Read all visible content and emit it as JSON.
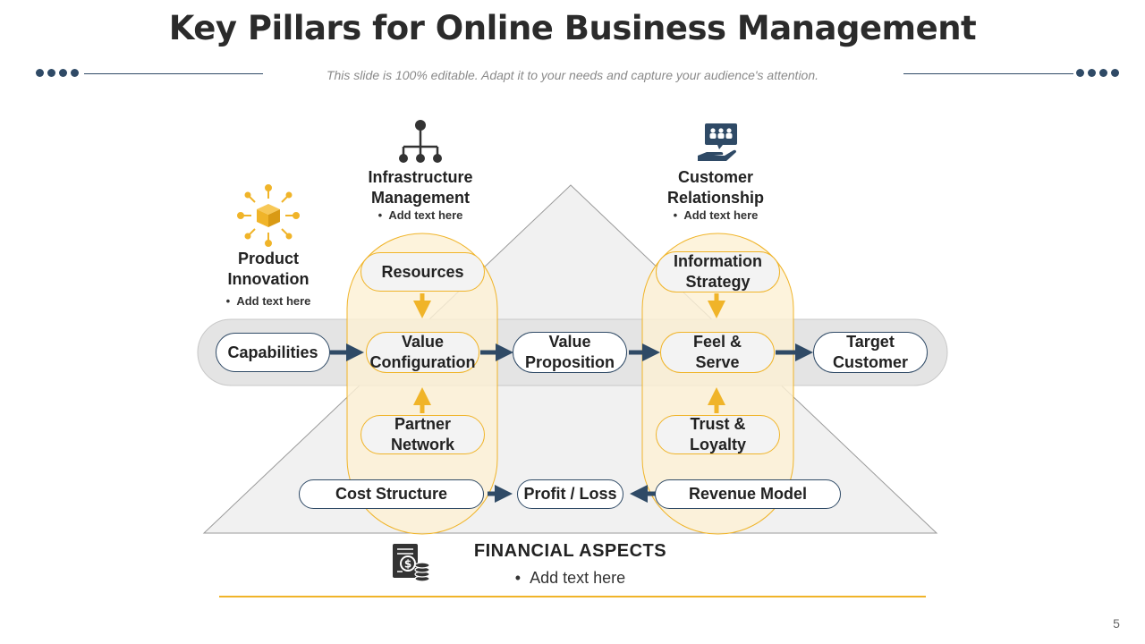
{
  "header": {
    "title": "Key Pillars for Online Business Management",
    "subtitle": "This slide is 100% editable. Adapt it to your needs and capture your audience's attention."
  },
  "pillars": {
    "product_innovation": {
      "title_line1": "Product",
      "title_line2": "Innovation",
      "bullet": "Add text here",
      "icon": "product-box-icon"
    },
    "infrastructure": {
      "title_line1": "Infrastructure",
      "title_line2": "Management",
      "bullet": "Add text here",
      "icon": "hierarchy-icon"
    },
    "customer_relationship": {
      "title_line1": "Customer",
      "title_line2": "Relationship",
      "bullet": "Add text here",
      "icon": "customer-hand-icon"
    }
  },
  "nodes": {
    "capabilities": "Capabilities",
    "resources": "Resources",
    "value_configuration": [
      "Value",
      "Configuration"
    ],
    "partner_network": [
      "Partner",
      "Network"
    ],
    "value_proposition": [
      "Value",
      "Proposition"
    ],
    "information_strategy": [
      "Information",
      "Strategy"
    ],
    "feel_serve": [
      "Feel &",
      "Serve"
    ],
    "trust_loyalty": [
      "Trust &",
      "Loyalty"
    ],
    "target_customer": [
      "Target",
      "Customer"
    ],
    "cost_structure": "Cost Structure",
    "profit_loss": "Profit / Loss",
    "revenue_model": "Revenue Model"
  },
  "financial": {
    "title": "FINANCIAL  ASPECTS",
    "bullet": "Add text here",
    "icon": "financial-report-icon"
  },
  "page_number": "5",
  "colors": {
    "navy": "#2f4a66",
    "gold": "#f0b429",
    "pill_fill": "#fdf0d4",
    "band_gray": "#e4e4e4",
    "triangle_gray": "#f1f1f1"
  }
}
